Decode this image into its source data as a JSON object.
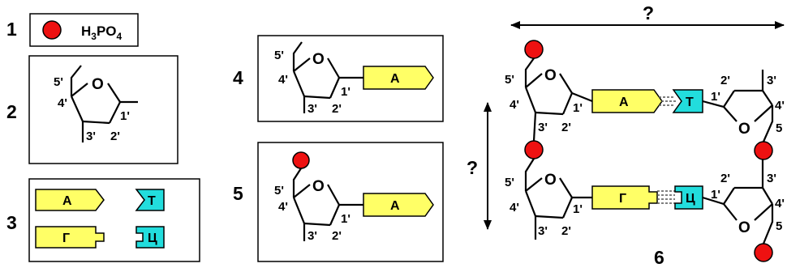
{
  "colors": {
    "phosphate": "#ee1111",
    "purine": "#ffff66",
    "pyrimidine": "#22dddd",
    "outline": "#000000"
  },
  "labels": {
    "n1": "1",
    "n2": "2",
    "n3": "3",
    "n4": "4",
    "n5": "5",
    "n6": "6",
    "h3po4_h": "H",
    "h3po4_3": "3",
    "h3po4_po": "PO",
    "h3po4_4": "4",
    "c5": "5'",
    "c4": "4'",
    "c3": "3'",
    "c2": "2'",
    "c1": "1'",
    "c5_pad": "5",
    "o": "O",
    "a": "A",
    "t": "Т",
    "g": "Г",
    "c": "Ц",
    "q": "?"
  },
  "icons": {
    "phosphate": "phosphate-circle-icon",
    "double_arrow": "double-arrow-icon",
    "hbond": "hydrogen-bond-dashes-icon"
  }
}
